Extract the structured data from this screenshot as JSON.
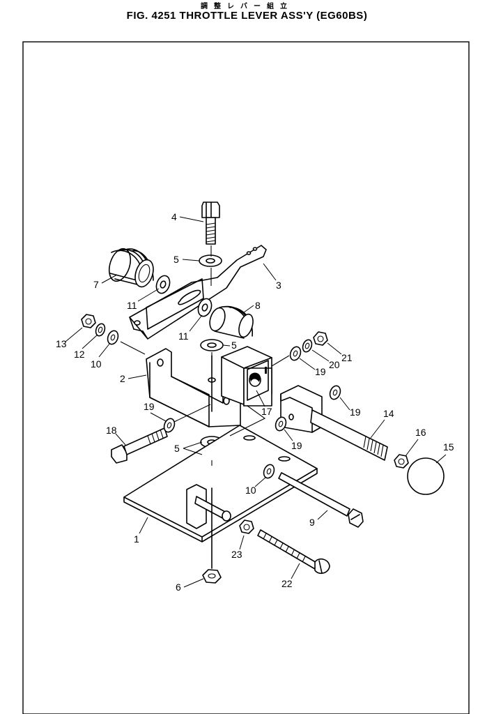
{
  "header": {
    "title_jp": "調整レバー組立",
    "title": "FIG. 4251  THROTTLE LEVER ASS'Y (EG60BS)"
  },
  "callouts": [
    "1",
    "2",
    "3",
    "4",
    "5",
    "5",
    "5",
    "6",
    "7",
    "8",
    "9",
    "10",
    "10",
    "11",
    "11",
    "12",
    "13",
    "14",
    "15",
    "16",
    "17",
    "18",
    "19",
    "19",
    "19",
    "19",
    "20",
    "21",
    "22",
    "23"
  ]
}
